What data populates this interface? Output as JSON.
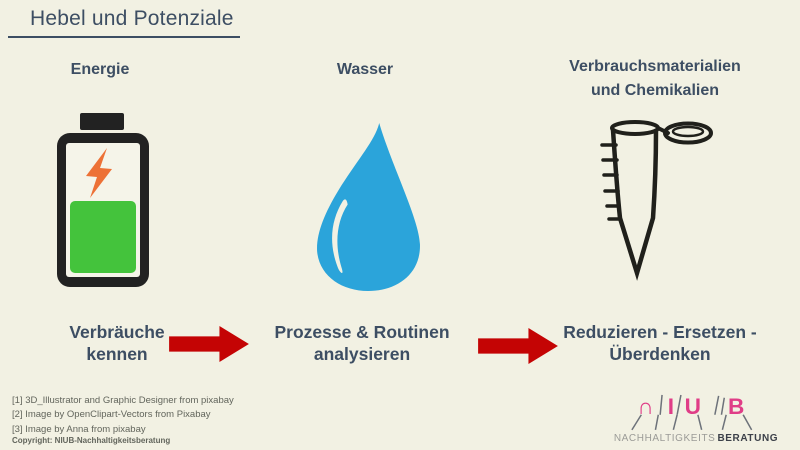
{
  "colors": {
    "background": "#f2f1e3",
    "heading": "#3d4e63",
    "arrow_red": "#c40404",
    "battery_dark": "#222222",
    "battery_inner": "#f5f4e9",
    "battery_green": "#44c33c",
    "bolt_orange": "#ed7136",
    "drop_blue": "#2ba4da",
    "tube_ink": "#20201b",
    "logo_pink": "#e03d87",
    "logo_gray": "#9b9b97",
    "logo_gray_line": "#6d727a",
    "logo_dark": "#3c4049",
    "footnote_gray": "#62655c"
  },
  "title": "Hebel und Potenziale",
  "columns": [
    {
      "header_lines": [
        "Energie"
      ],
      "icon": "battery-icon",
      "action_lines": [
        "Verbräuche",
        "kennen"
      ]
    },
    {
      "header_lines": [
        "Wasser"
      ],
      "icon": "water-drop-icon",
      "action_lines": [
        "Prozesse & Routinen",
        "analysieren"
      ]
    },
    {
      "header_lines": [
        "Verbrauchsmaterialien",
        "und Chemikalien"
      ],
      "icon": "test-tube-icon",
      "action_lines": [
        "Reduzieren - Ersetzen -",
        "Überdenken"
      ]
    }
  ],
  "footnotes": [
    "[1] 3D_Illustrator and Graphic Designer from pixabay",
    "[2] Image by OpenClipart-Vectors from Pixabay",
    "[3] Image by Anna from pixabay"
  ],
  "copyright": "Copyright: NIUB-Nachhaltigkeitsberatung",
  "logo": {
    "letters": [
      "∩",
      "I",
      "U",
      "B"
    ],
    "subtitle_light": "NACHHALTIGKEITS",
    "subtitle_bold": "BERATUNG"
  }
}
